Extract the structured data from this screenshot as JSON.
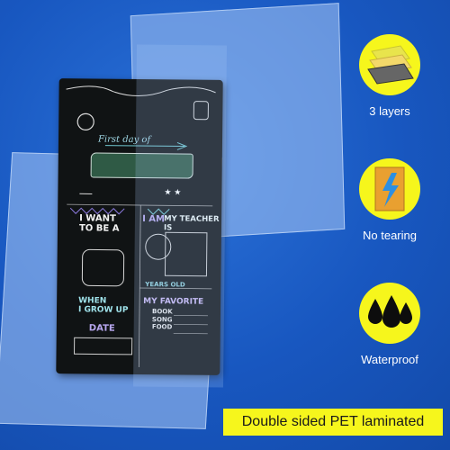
{
  "features": [
    {
      "label": "3 layers",
      "icon": "layers-icon"
    },
    {
      "label": "No tearing",
      "icon": "lightning-sheet-icon"
    },
    {
      "label": "Waterproof",
      "icon": "water-drops-icon"
    }
  ],
  "banner": "Double sided PET laminated",
  "board": {
    "first_day": "First day of",
    "want": "I WANT\nTO BE A",
    "am": "I AM",
    "teacher": "MY TEACHER IS",
    "years": "YEARS OLD",
    "grow": "WHEN\nI GROW UP",
    "favorite": "MY FAVORITE",
    "fav_items": "BOOK\nSONG\nFOOD",
    "date": "DATE"
  },
  "colors": {
    "background": "#1a5fc8",
    "accent": "#f6f61c",
    "chalkboard": "#101314"
  }
}
